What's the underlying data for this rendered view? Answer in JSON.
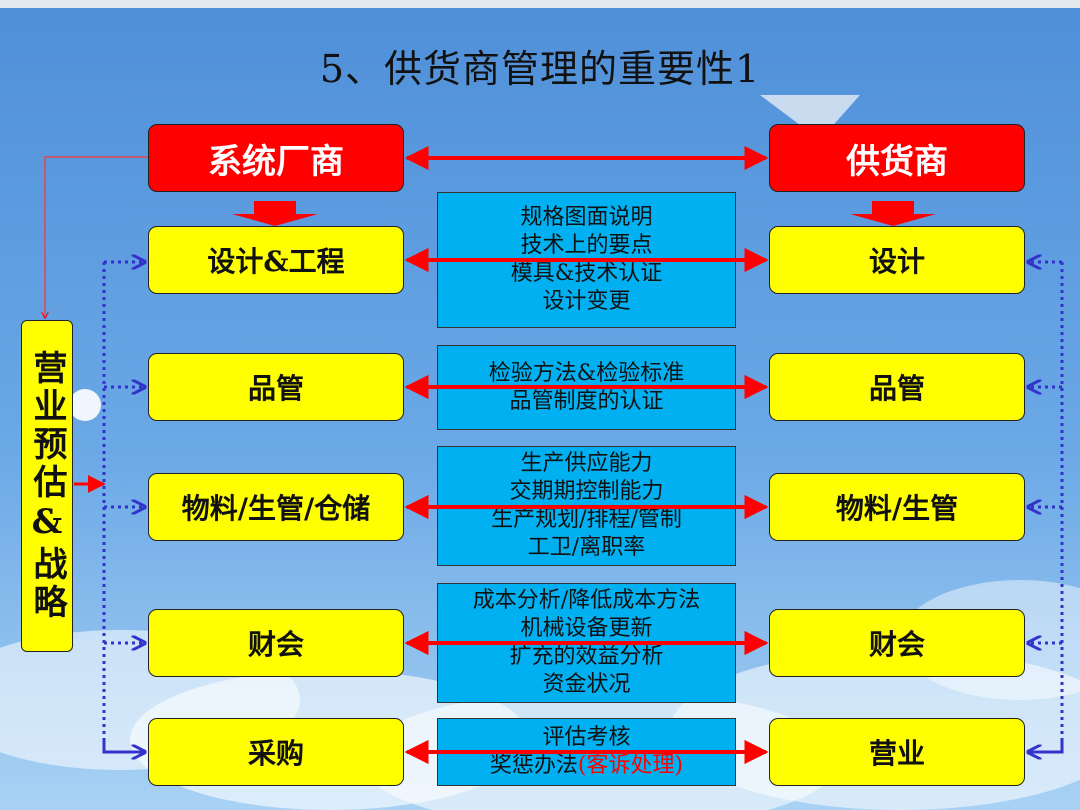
{
  "title": "5、供货商管理的重要性1",
  "left_header": "系统厂商",
  "right_header": "供货商",
  "side_label": "营业预估&战略",
  "rows": [
    {
      "left": "设计&工程",
      "right": "设计",
      "lines": [
        "规格图面说明",
        "技术上的要点",
        "模具&技术认证",
        "设计变更"
      ]
    },
    {
      "left": "品管",
      "right": "品管",
      "lines": [
        "检验方法&检验标准",
        "品管制度的认证"
      ]
    },
    {
      "left": "物料/生管/仓储",
      "right": "物料/生管",
      "lines": [
        "生产供应能力",
        "交期期控制能力",
        "生产规划/排程/管制",
        "工卫/离职率"
      ]
    },
    {
      "left": "财会",
      "right": "财会",
      "lines": [
        "成本分析/降低成本方法",
        "机械设备更新",
        "扩充的效益分析",
        "资金状况"
      ]
    },
    {
      "left": "采购",
      "right": "营业",
      "lines": [
        "评估考核",
        "奖惩办法"
      ],
      "highlight": "(客诉处理)"
    }
  ],
  "colors": {
    "red": "#ff0000",
    "yellow": "#ffff00",
    "cyan": "#00b0f0",
    "blue_dotted": "#3333cc",
    "sky": "#5b9bd5"
  }
}
